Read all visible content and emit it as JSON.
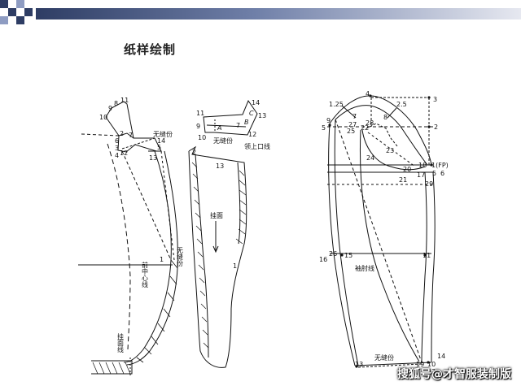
{
  "page": {
    "title": "纸样绘制"
  },
  "watermark": "搜狐号@才智服装制版",
  "collar": {
    "points": [
      "9",
      "10",
      "11",
      "12",
      "13",
      "14",
      "A",
      "B",
      "C",
      "7"
    ],
    "no_seam": "无缝份",
    "collar_edge": "领上口线"
  },
  "front": {
    "points": [
      "1",
      "2",
      "3",
      "4",
      "5",
      "6",
      "7",
      "8",
      "9",
      "10",
      "11",
      "12",
      "13",
      "14"
    ],
    "no_seam_top": "无缝份",
    "no_seam_side": "无缝份",
    "center_front": "前中心线",
    "facing_line": "挂面线"
  },
  "facing": {
    "points": [
      "1",
      "2",
      "13"
    ],
    "label": "挂面"
  },
  "sleeve": {
    "points": [
      "1(FP)",
      "2",
      "3",
      "4",
      "5",
      "6",
      "7",
      "8",
      "9",
      "10",
      "11",
      "12",
      "13",
      "14",
      "15",
      "16",
      "17",
      "18",
      "19",
      "20",
      "21",
      "22",
      "23",
      "24",
      "25",
      "26",
      "27",
      "28",
      "29"
    ],
    "dims": [
      "1.25",
      "2.5"
    ],
    "elbow_line": "袖肘线",
    "no_seam": "无缝份"
  },
  "colors": {
    "line": "#111111",
    "bar_dark": "#2e3d64",
    "bar_mid": "#8e9cc2",
    "bar_light": "#d9dde9"
  }
}
